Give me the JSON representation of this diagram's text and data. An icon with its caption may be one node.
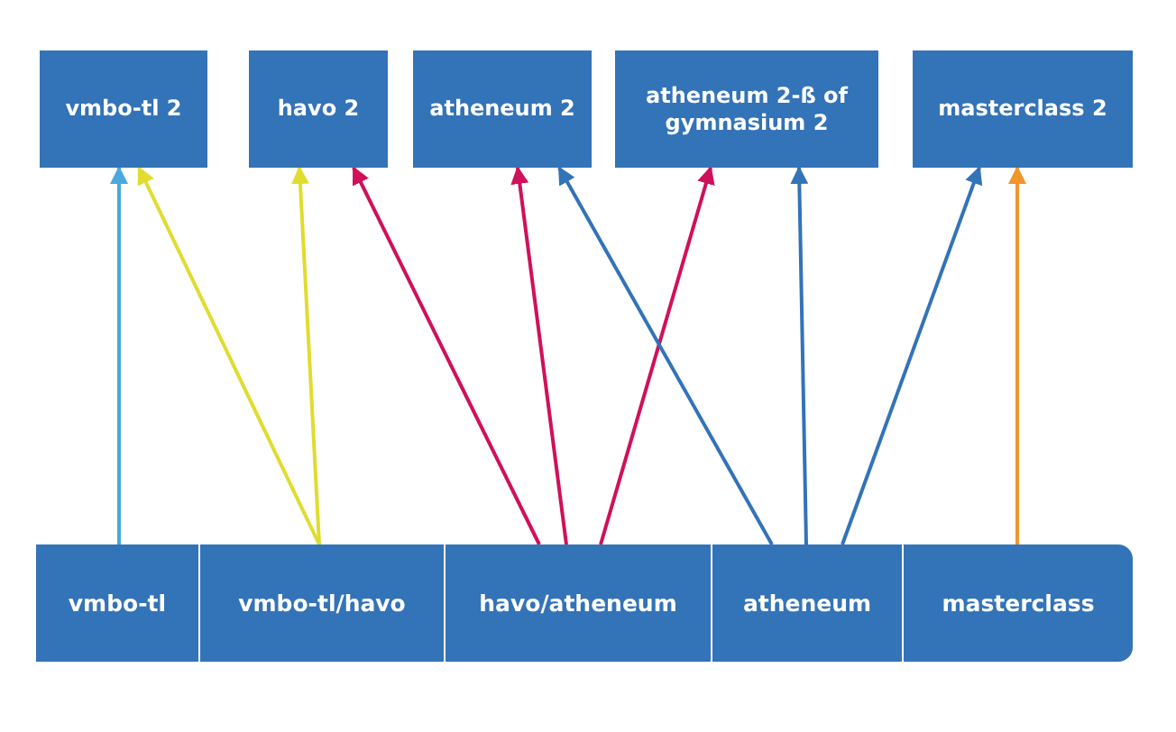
{
  "diagram": {
    "nodes": [
      {
        "text": [
          "vmbo-tl 2"
        ]
      },
      {
        "text": [
          "havo 2"
        ]
      },
      {
        "text": [
          "atheneum 2"
        ]
      },
      {
        "text": [
          "atheneum 2-ß of gymnasium 2"
        ]
      },
      {
        "text": [
          "masterclass 2"
        ]
      },
      {
        "text": [
          "vmbo-tl"
        ]
      },
      {
        "text": [
          "vmbo-tl/havo"
        ]
      },
      {
        "text": [
          "havo/atheneum"
        ]
      },
      {
        "text": [
          "atheneum"
        ]
      },
      {
        "text": [
          "masterclass"
        ]
      }
    ],
    "edges": [
      {
        "from": 5,
        "to": 0,
        "arrow": "to",
        "color": "#4aa8dc"
      },
      {
        "from": 6,
        "to": 0,
        "arrow": "to",
        "color": "#e0dc30"
      },
      {
        "from": 6,
        "to": 1,
        "arrow": "to",
        "color": "#e0dc30"
      },
      {
        "from": 7,
        "to": 1,
        "arrow": "to",
        "color": "#d0105a"
      },
      {
        "from": 7,
        "to": 2,
        "arrow": "to",
        "color": "#d0105a"
      },
      {
        "from": 7,
        "to": 3,
        "arrow": "to",
        "color": "#d0105a"
      },
      {
        "from": 8,
        "to": 2,
        "arrow": "to",
        "color": "#3373b8"
      },
      {
        "from": 8,
        "to": 3,
        "arrow": "to",
        "color": "#3373b8"
      },
      {
        "from": 8,
        "to": 4,
        "arrow": "to",
        "color": "#3373b8"
      },
      {
        "from": 9,
        "to": 4,
        "arrow": "to",
        "color": "#f0962a"
      }
    ]
  }
}
